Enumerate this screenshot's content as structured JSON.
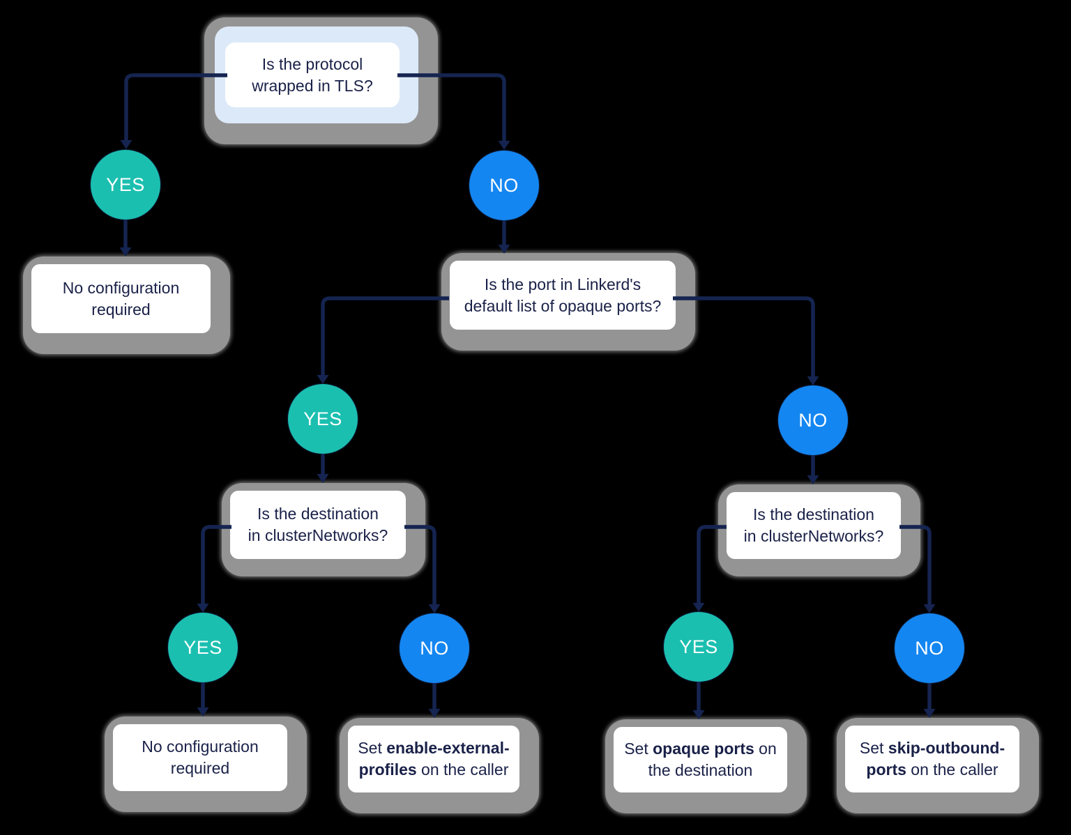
{
  "diagram": {
    "type": "decision-tree",
    "labels": {
      "yes": "YES",
      "no": "NO"
    },
    "colors": {
      "yes_circle": "#1BBFB0",
      "no_circle": "#1486F1",
      "connector": "#152450",
      "text": "#1A2148",
      "root_highlight": "#DCE9F8",
      "node_shadow": "#949494",
      "node_background": "#FFFFFF",
      "canvas_background": "#000000"
    },
    "nodes": {
      "q_tls": {
        "text": "Is the protocol\nwrapped in TLS?"
      },
      "r_no_config_left": {
        "text": "No configuration\nrequired"
      },
      "q_opaque_ports": {
        "text": "Is the port in Linkerd's\ndefault list of opaque ports?"
      },
      "q_dest_networks_left": {
        "text": "Is the destination\nin clusterNetworks?"
      },
      "q_dest_networks_right": {
        "text": "Is the destination\nin clusterNetworks?"
      },
      "r_no_config_bottom": {
        "text": "No configuration\nrequired"
      },
      "r_enable_external_profiles": {
        "line1_pre": "Set ",
        "line1_bold": "enable-external-",
        "line2_bold": "profiles",
        "line2_post": " on the caller"
      },
      "r_opaque_ports": {
        "line1_pre": "Set ",
        "line1_bold": "opaque ports",
        "line1_post": " on",
        "line2": "the destination"
      },
      "r_skip_outbound_ports": {
        "line1_pre": "Set ",
        "line1_bold": "skip-outbound-",
        "line2_bold": "ports",
        "line2_post": " on the caller"
      }
    },
    "edges": [
      {
        "from": "q_tls",
        "answer": "YES",
        "to": "r_no_config_left"
      },
      {
        "from": "q_tls",
        "answer": "NO",
        "to": "q_opaque_ports"
      },
      {
        "from": "q_opaque_ports",
        "answer": "YES",
        "to": "q_dest_networks_left"
      },
      {
        "from": "q_opaque_ports",
        "answer": "NO",
        "to": "q_dest_networks_right"
      },
      {
        "from": "q_dest_networks_left",
        "answer": "YES",
        "to": "r_no_config_bottom"
      },
      {
        "from": "q_dest_networks_left",
        "answer": "NO",
        "to": "r_enable_external_profiles"
      },
      {
        "from": "q_dest_networks_right",
        "answer": "YES",
        "to": "r_opaque_ports"
      },
      {
        "from": "q_dest_networks_right",
        "answer": "NO",
        "to": "r_skip_outbound_ports"
      }
    ]
  }
}
